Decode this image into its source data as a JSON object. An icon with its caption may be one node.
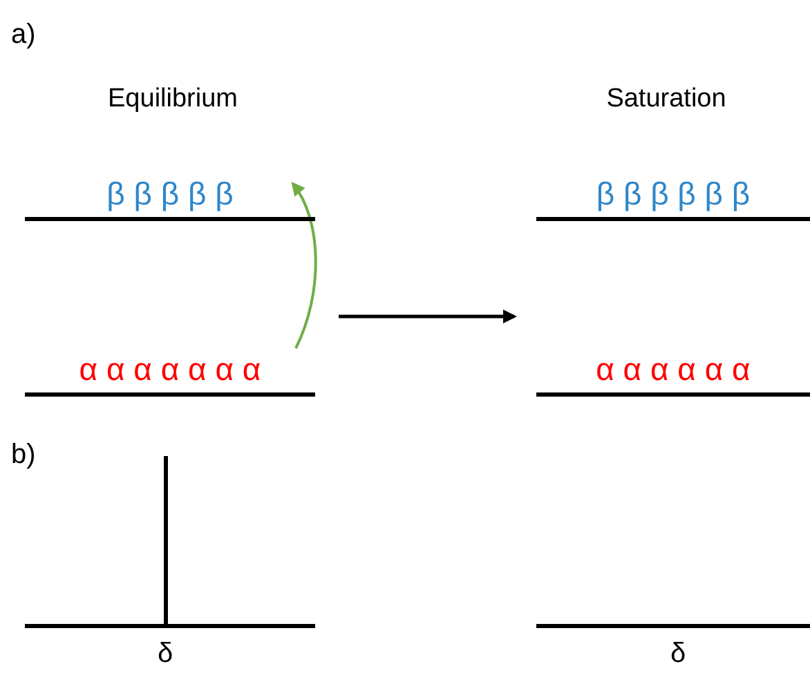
{
  "diagram": {
    "nodes": [
      {
        "text": [
          "Equilibrium"
        ]
      },
      {
        "text": [
          "β β β β β"
        ],
        "in": 0
      },
      {
        "text": [
          "α α α α α α α"
        ],
        "in": 0
      },
      {
        "text": [
          "Saturation"
        ]
      },
      {
        "text": [
          "β β β β β β"
        ],
        "in": 3
      },
      {
        "text": [
          "α α α α α α"
        ],
        "in": 3
      }
    ],
    "edges": [
      {
        "from": 2,
        "to": 1,
        "arrow": "to",
        "color": "#70ad47"
      },
      {
        "from": 0,
        "to": 3,
        "arrow": "to",
        "color": "#000000"
      }
    ],
    "labels": [
      "a)",
      "b)",
      "δ",
      "δ"
    ]
  }
}
